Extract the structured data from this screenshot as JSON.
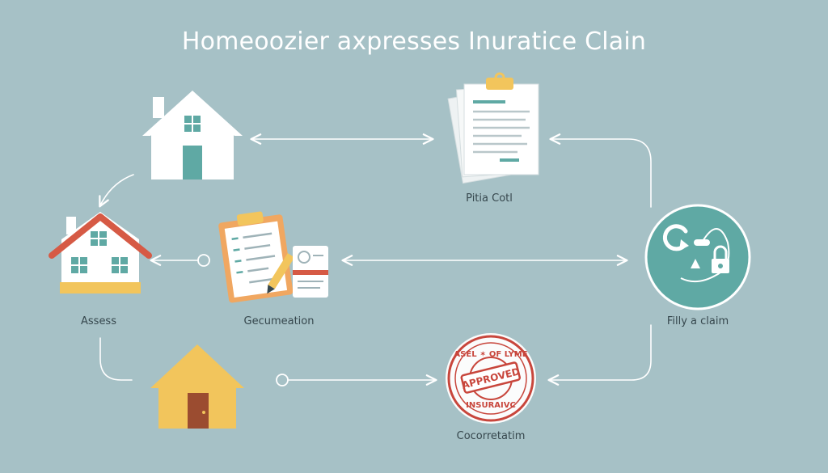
{
  "title": "Homeoozier axpresses Inuratice Clain",
  "nodes": {
    "home": {
      "label": "",
      "icon": "house-icon"
    },
    "claim_form": {
      "label": "Pitia Cotl",
      "icon": "clipboard-document-icon"
    },
    "assess": {
      "label": "Assess",
      "icon": "red-roof-house-icon"
    },
    "documentation": {
      "label": "Gecumeation",
      "icon": "checklist-clipboard-icon"
    },
    "filing": {
      "label": "Filly a claim",
      "icon": "cycle-lock-circle-icon"
    },
    "settled_home": {
      "label": "",
      "icon": "yellow-house-icon"
    },
    "approval": {
      "label": "Cocorretatim",
      "icon": "approved-stamp-icon"
    }
  },
  "stamp": {
    "center_text": "APPROVED",
    "top_text": "ASEL ✶ OF LYME",
    "bottom_text": "INSURAIVC"
  },
  "colors": {
    "background": "#a6c1c6",
    "arrow": "#ffffff",
    "teal": "#5fa9a4",
    "roof_red": "#d65a45",
    "yellow": "#f2c55c",
    "door_brown": "#9b4c30",
    "clipboard": "#f0a761",
    "stamp_red": "#c8463c"
  }
}
